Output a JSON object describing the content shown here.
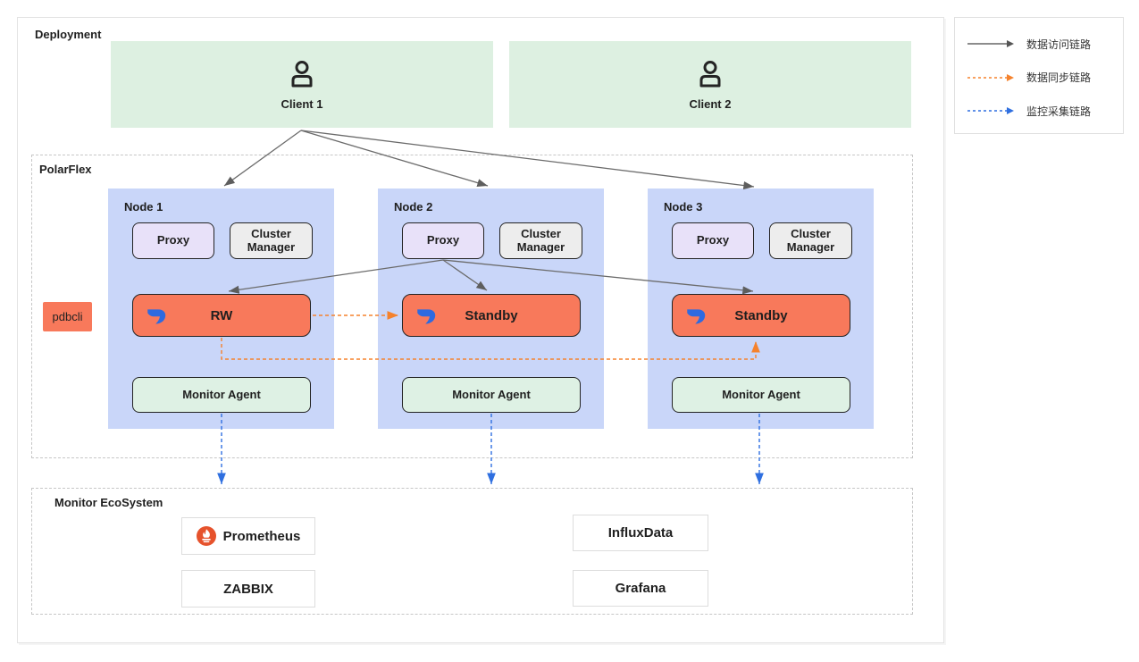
{
  "deployment": {
    "label": "Deployment"
  },
  "clients": [
    {
      "label": "Client 1"
    },
    {
      "label": "Client 2"
    }
  ],
  "polarflex": {
    "label": "PolarFlex",
    "pdbcli_label": "pdbcli",
    "nodes": [
      {
        "label": "Node 1",
        "proxy": "Proxy",
        "cluster_manager": "Cluster Manager",
        "db_role": "RW",
        "monitor": "Monitor Agent"
      },
      {
        "label": "Node 2",
        "proxy": "Proxy",
        "cluster_manager": "Cluster Manager",
        "db_role": "Standby",
        "monitor": "Monitor Agent"
      },
      {
        "label": "Node 3",
        "proxy": "Proxy",
        "cluster_manager": "Cluster Manager",
        "db_role": "Standby",
        "monitor": "Monitor Agent"
      }
    ]
  },
  "ecosystem": {
    "label": "Monitor EcoSystem",
    "tools": [
      {
        "label": "Prometheus",
        "icon": "prometheus-flame"
      },
      {
        "label": "ZABBIX"
      },
      {
        "label": "InfluxData"
      },
      {
        "label": "Grafana"
      }
    ]
  },
  "legend": {
    "items": [
      {
        "style": "solid-gray",
        "label": "数据访问链路"
      },
      {
        "style": "dashed-orange",
        "label": "数据同步链路"
      },
      {
        "style": "dashed-blue",
        "label": "监控采集链路"
      }
    ]
  },
  "colors": {
    "client_green": "#ddf0e1",
    "node_blue": "#c9d6f9",
    "proxy_purple": "#e8e1f9",
    "cluster_manager_gray": "#ededed",
    "db_coral": "#f8795b",
    "monitor_agent_green": "#def1e4",
    "arrow_gray": "#666666",
    "arrow_orange": "#f5822d",
    "arrow_blue": "#2f6fe0",
    "chip_border": "#232323",
    "dashed_border": "#c6c6c6",
    "prometheus_red": "#e6522c",
    "polardb_logo_blue": "#2e6ae0"
  }
}
